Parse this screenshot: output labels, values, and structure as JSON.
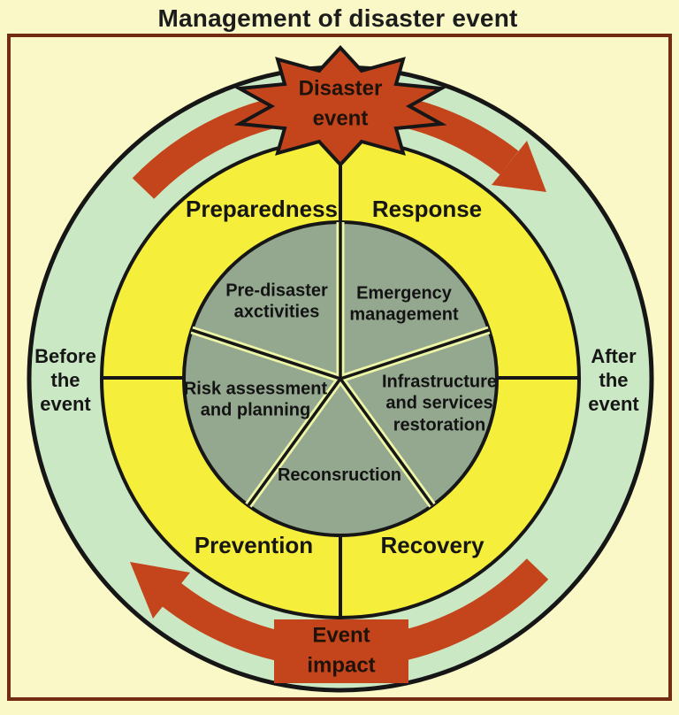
{
  "title": "Management of disaster event",
  "colors": {
    "background": "#f9f8c6",
    "frame_border": "#732c12",
    "outer_ring_green": "#cbe8c4",
    "middle_ring_yellow": "#f5ee3b",
    "inner_circle_sage": "#94a890",
    "accent_red": "#c4451c",
    "outline_black": "#161616",
    "divider_glow": "#edf5a6"
  },
  "cycle": {
    "top_event": "Disaster event",
    "bottom_event": "Event impact",
    "outer_ring_labels": [
      {
        "label": "Before the event",
        "position": "left"
      },
      {
        "label": "After the event",
        "position": "right"
      }
    ],
    "quadrants": [
      {
        "label": "Preparedness",
        "position": "top-left"
      },
      {
        "label": "Response",
        "position": "top-right"
      },
      {
        "label": "Prevention",
        "position": "bottom-left"
      },
      {
        "label": "Recovery",
        "position": "bottom-right"
      }
    ],
    "inner_segments": [
      {
        "label": "Pre-disaster axctivities",
        "position": "top-left"
      },
      {
        "label": "Emergency management",
        "position": "top-right"
      },
      {
        "label": "Infrastructure and services restoration",
        "position": "right"
      },
      {
        "label": "Reconsruction",
        "position": "bottom"
      },
      {
        "label": "Risk assessment and planning",
        "position": "left"
      }
    ],
    "arrows": [
      {
        "name": "top-arrow",
        "direction": "clockwise",
        "from": "Before the event",
        "to": "After the event"
      },
      {
        "name": "bottom-arrow",
        "direction": "clockwise",
        "from": "After the event",
        "to": "Before the event"
      }
    ]
  }
}
